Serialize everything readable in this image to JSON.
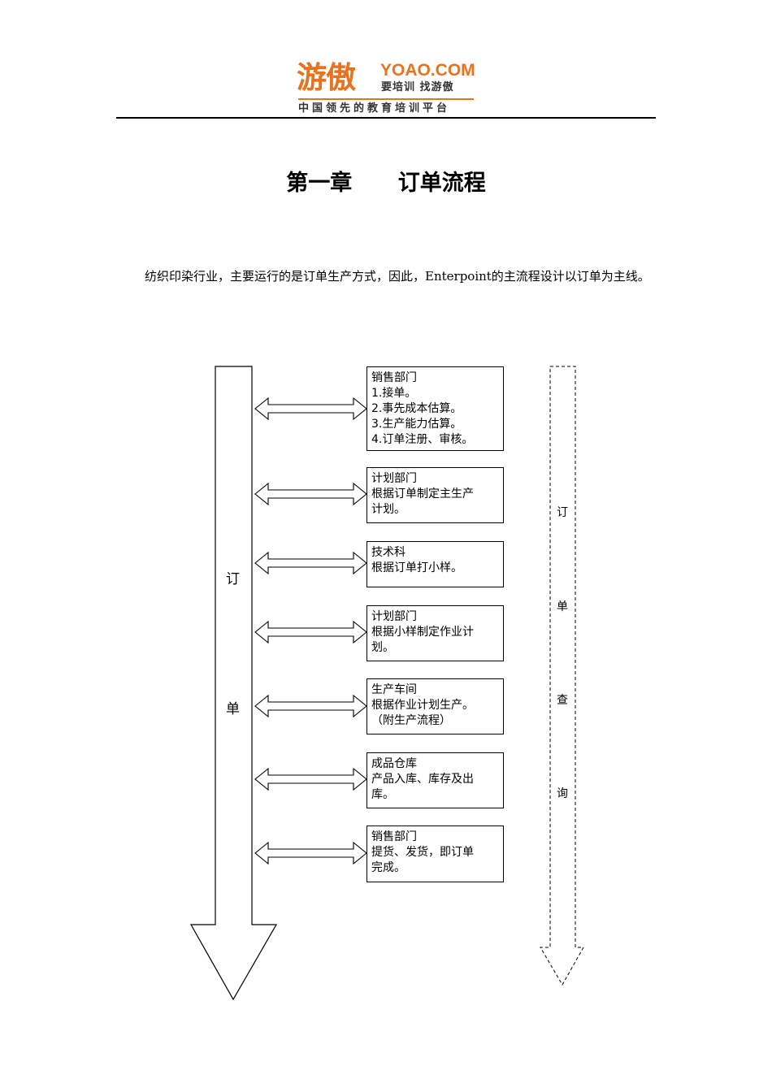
{
  "logo": {
    "brand_cn": "游傲",
    "brand_en": "YOAO.COM",
    "slogan": "要培训 找游傲",
    "tagline": "中国领先的教育培训平台"
  },
  "chapter": {
    "number": "第一章",
    "title": "订单流程"
  },
  "intro": "纺织印染行业，主要运行的是订单生产方式，因此，Enterpoint的主流程设计以订单为主线。",
  "diagram": {
    "left_arrow_chars": [
      "订",
      "单"
    ],
    "right_arrow_chars": [
      "订",
      "单",
      "查",
      "询"
    ],
    "boxes": [
      {
        "lines": [
          "销售部门",
          "1.接单。",
          "2.事先成本估算。",
          "3.生产能力估算。",
          "4.订单注册、审核。"
        ]
      },
      {
        "lines": [
          "计划部门",
          "根据订单制定主生产",
          "计划。"
        ]
      },
      {
        "lines": [
          "技术科",
          "根据订单打小样。"
        ]
      },
      {
        "lines": [
          "计划部门",
          "根据小样制定作业计",
          "划。"
        ]
      },
      {
        "lines": [
          "生产车间",
          "根据作业计划生产。",
          "（附生产流程）"
        ]
      },
      {
        "lines": [
          "成品仓库",
          "产品入库、库存及出",
          "库。"
        ]
      },
      {
        "lines": [
          "销售部门",
          "提货、发货，即订单",
          "完成。"
        ]
      }
    ]
  }
}
